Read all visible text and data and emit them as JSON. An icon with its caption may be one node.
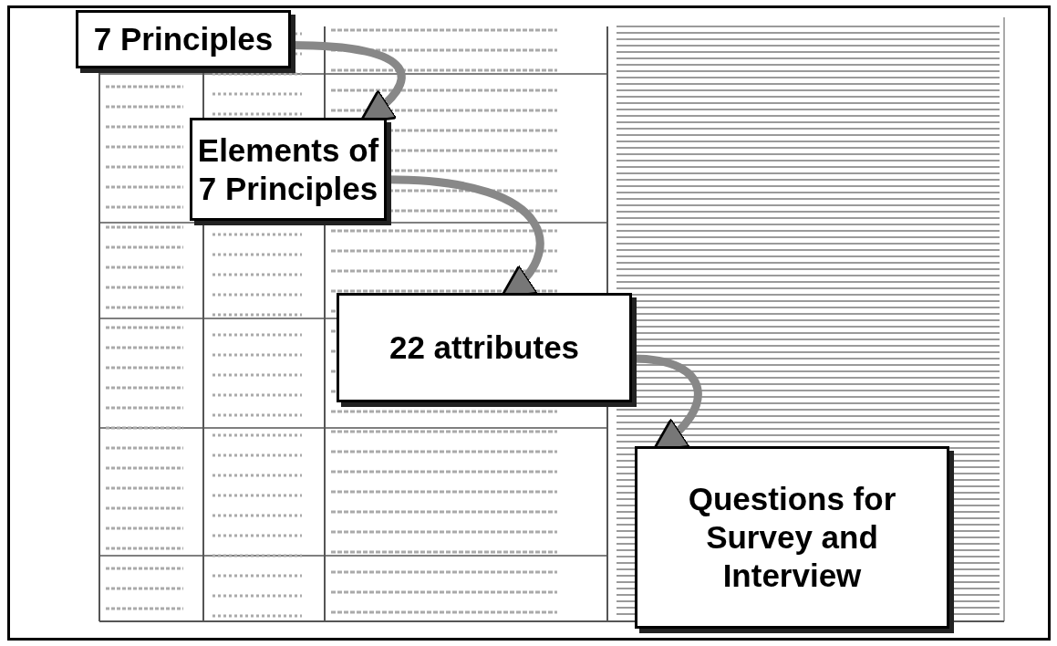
{
  "diagram": {
    "nodes": [
      {
        "text": [
          "7 Principles"
        ]
      },
      {
        "text": [
          "Elements of 7 Principles"
        ]
      },
      {
        "text": [
          "22 attributes"
        ]
      },
      {
        "text": [
          "Questions for Survey and Interview"
        ]
      }
    ],
    "edges": [
      {
        "from": 0,
        "to": 1,
        "arrow": "to"
      },
      {
        "from": 1,
        "to": 2,
        "arrow": "to"
      },
      {
        "from": 2,
        "to": 3,
        "arrow": "to"
      }
    ]
  }
}
